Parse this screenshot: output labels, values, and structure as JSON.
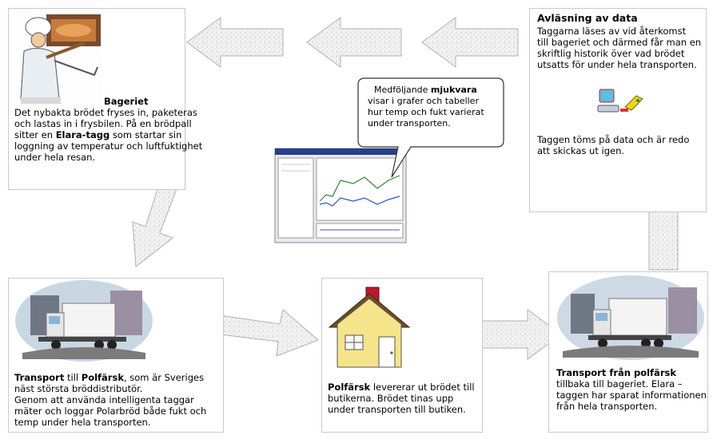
{
  "bageriet": {
    "title": "Bageriet",
    "line1": "Det nybakta brödet fryses in, paketeras",
    "line2": "och lastas in i frysbilen. På en brödpall",
    "line3_pre": "sitter en ",
    "line3_bold": "Elara-tagg",
    "line3_post": " som startar sin",
    "line4": "loggning av temperatur och luftfuktighet",
    "line5": "under hela resan."
  },
  "avlasning": {
    "title": "Avläsning av data",
    "line1": "Taggarna läses av vid återkomst",
    "line2": "till bageriet och därmed får man en",
    "line3": "skriftlig historik över vad brödet",
    "line4": "utsatts för under hela transporten.",
    "line5": "Taggen töms på data och är redo",
    "line6": "att skickas ut igen."
  },
  "callout": {
    "line1_pre": "Medföljande ",
    "line1_bold": "mjukvara",
    "line2": "visar i grafer och tabeller",
    "line3": "hur temp och fukt varierat",
    "line4": "under transporten."
  },
  "transport": {
    "bold1": "Transport",
    "mid1": " till ",
    "bold2": "Polfärsk",
    "tail1": ", som är Sveriges",
    "line2": "näst största bröddistributör.",
    "line3": "Genom att använda intelligenta taggar",
    "line4": "mäter och loggar Polarbröd både fukt och",
    "line5": "temp under hela transporten."
  },
  "polfarsk": {
    "bold": "Polfärsk",
    "line1_post": " levererar ut brödet till",
    "line2": "butikerna. Brödet tinas upp",
    "line3": "under transporten till butiken."
  },
  "transport_back": {
    "title": "Transport från polfärsk",
    "line1": "tillbaka till bageriet. Elara –",
    "line2": "taggen har sparat informationen",
    "line3": "från  hela transporten."
  },
  "colors": {
    "arrow_fill": "#e8e8e8",
    "arrow_stroke": "#b0b0b0",
    "box_border": "#c9c9c9",
    "house_wall": "#f5e48a",
    "chimney": "#c0182a"
  }
}
